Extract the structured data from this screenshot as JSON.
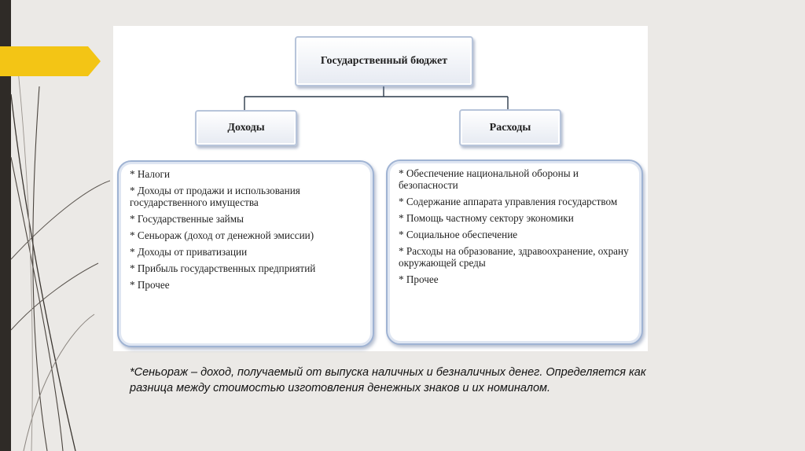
{
  "diagram": {
    "root": "Государственный бюджет",
    "branches": [
      {
        "title": "Доходы",
        "items": [
          "* Налоги",
          "* Доходы от продажи и использования государственного имущества",
          "* Государственные займы",
          "* Сеньораж (доход от денежной эмиссии)",
          "* Доходы от приватизации",
          "* Прибыль государственных предприятий",
          "* Прочее"
        ]
      },
      {
        "title": "Расходы",
        "items": [
          "* Обеспечение национальной обороны и безопасности",
          "* Содержание аппарата управления государством",
          "* Помощь частному сектору экономики",
          "* Социальное обеспечение",
          "* Расходы на образование, здравоохранение, охрану окружающей среды",
          "* Прочее"
        ]
      }
    ]
  },
  "footnote": "*Сеньораж – доход, получаемый от выпуска наличных и безналичных денег. Определяется как разница между стоимостью изготовления денежных знаков и их номиналом.",
  "colors": {
    "accent": "#f3c515",
    "sidebar": "#2f2b27",
    "box_border": "#9fb3d3",
    "connector": "#2c3a4a"
  }
}
